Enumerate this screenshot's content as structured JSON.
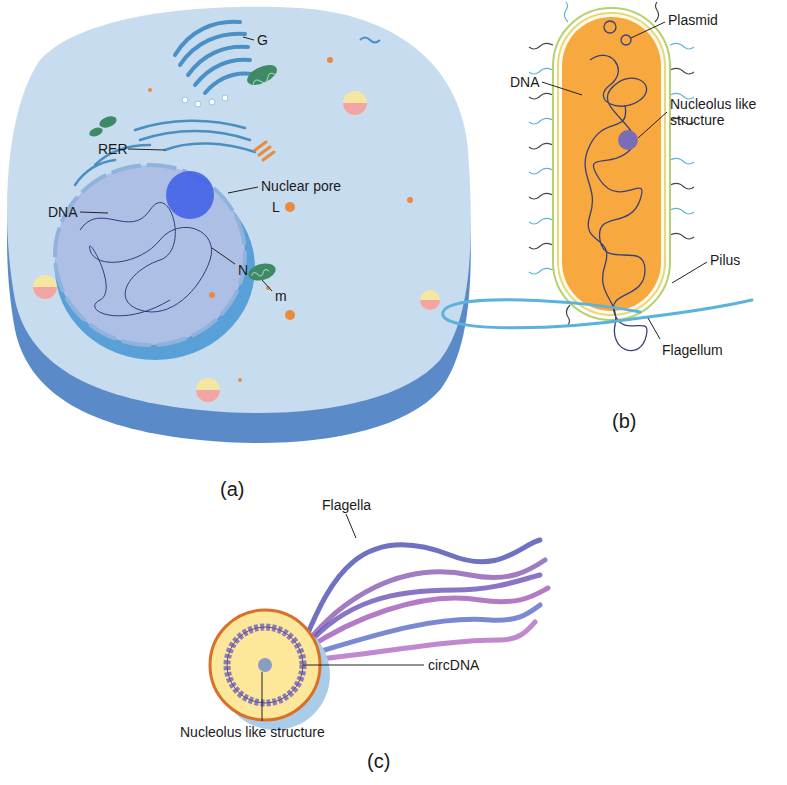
{
  "diagram": {
    "labels": [
      "G",
      "RER",
      "DNA",
      "Nuclear pore",
      "L",
      "N",
      "m",
      "(a)",
      "Plasmid",
      "DNA",
      "Nucleolus like structure",
      "Pilus",
      "Flagellum",
      "(b)",
      "Flagella",
      "circDNA",
      "Nucleolus like structure",
      "(c)"
    ]
  }
}
